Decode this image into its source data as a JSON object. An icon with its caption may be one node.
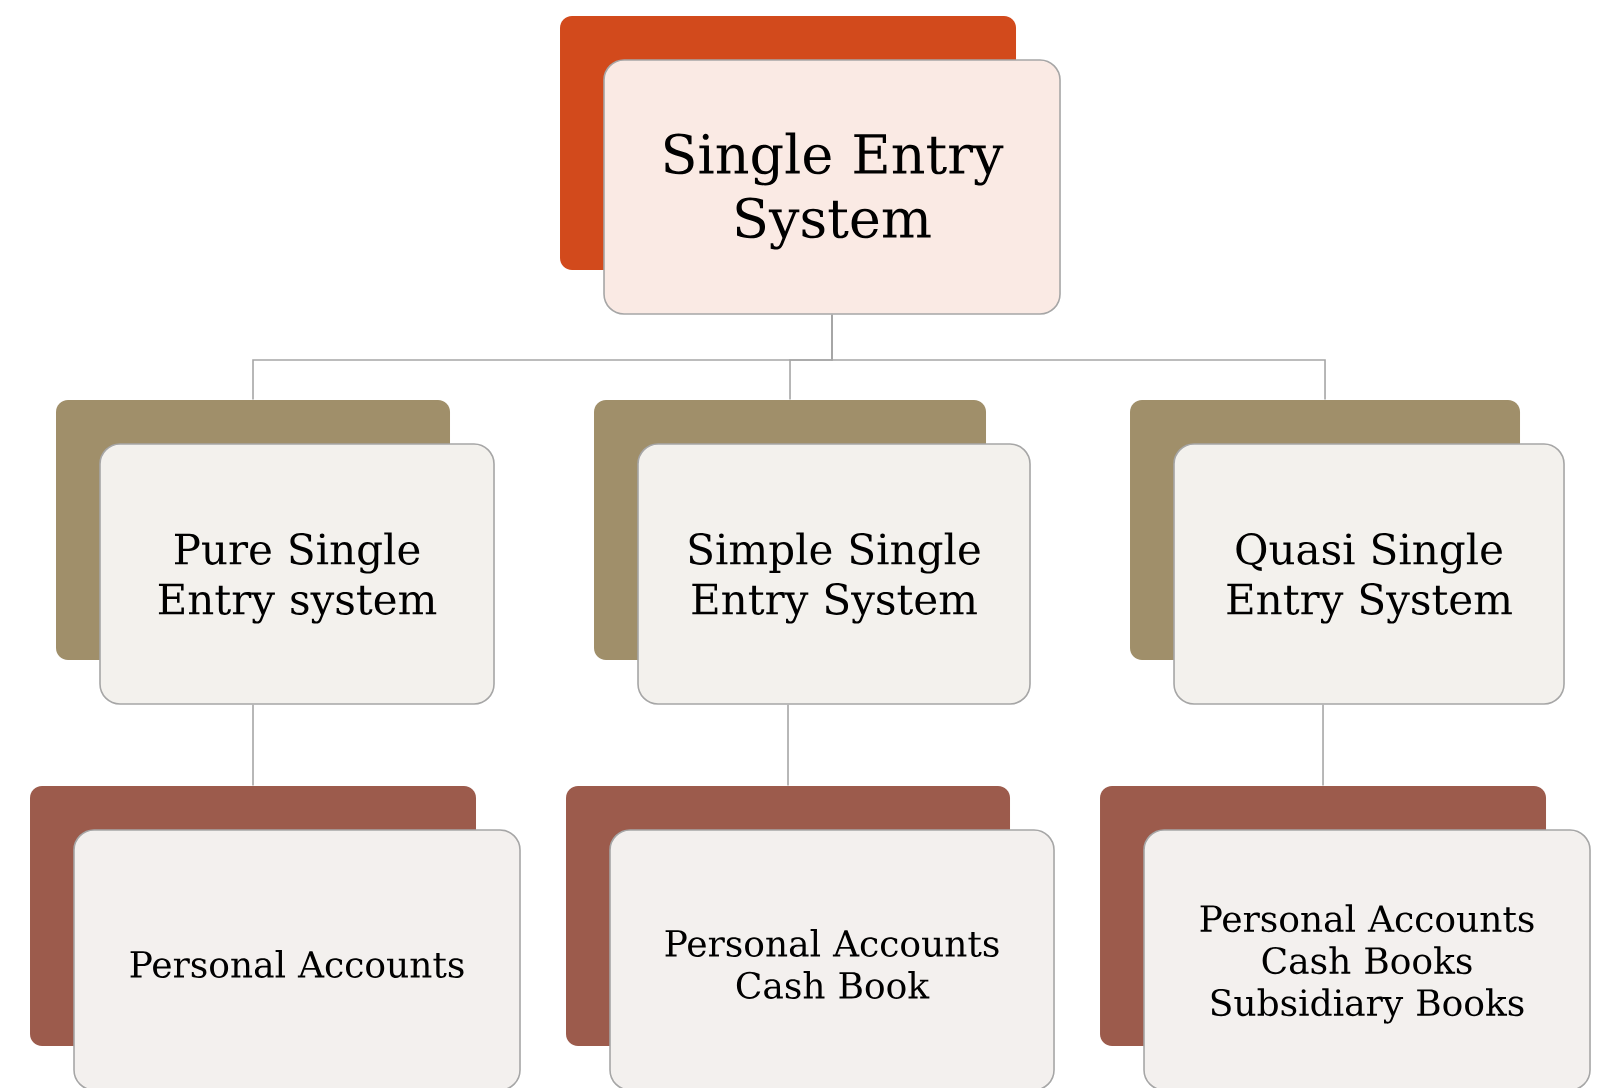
{
  "diagram": {
    "nodes": [
      {
        "text": [
          "Single Entry System"
        ]
      },
      {
        "text": [
          "Pure Single Entry system"
        ]
      },
      {
        "text": [
          "Simple Single Entry System"
        ]
      },
      {
        "text": [
          "Quasi Single Entry System"
        ]
      },
      {
        "text": [
          "Personal Accounts"
        ]
      },
      {
        "text": [
          "Personal Accounts Cash Book"
        ]
      },
      {
        "text": [
          "Personal Accounts Cash Books Subsidiary Books"
        ]
      }
    ],
    "edges": [
      {
        "from": 0,
        "to": 1,
        "arrow": "none"
      },
      {
        "from": 0,
        "to": 2,
        "arrow": "none"
      },
      {
        "from": 0,
        "to": 3,
        "arrow": "none"
      },
      {
        "from": 1,
        "to": 4,
        "arrow": "none"
      },
      {
        "from": 2,
        "to": 5,
        "arrow": "none"
      },
      {
        "from": 3,
        "to": 6,
        "arrow": "none"
      }
    ]
  }
}
